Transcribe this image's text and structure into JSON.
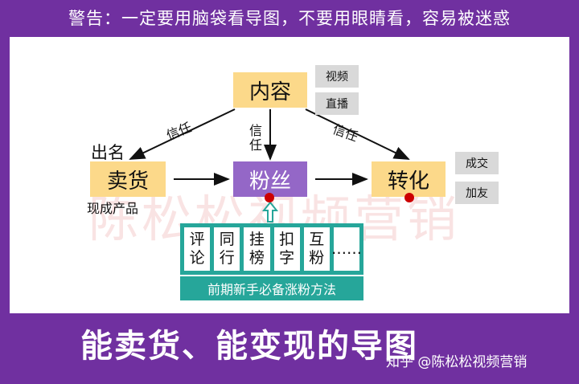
{
  "banner": {
    "warning": "警告：一定要用脑袋看导图，不要用眼睛看，容易被迷惑"
  },
  "nodes": {
    "content": "内容",
    "sell": "卖货",
    "fans": "粉丝",
    "convert": "转化"
  },
  "content_tags": [
    "视频",
    "直播"
  ],
  "convert_tags": [
    "成交",
    "加友"
  ],
  "labels": {
    "fame": "出名",
    "product": "现成产品",
    "trust_left": "信任",
    "trust_middle": "信任",
    "trust_right": "信任"
  },
  "methods": {
    "items": [
      "评论",
      "同行",
      "挂榜",
      "扣字",
      "互粉",
      "……"
    ],
    "caption": "前期新手必备涨粉方法"
  },
  "watermark": "陈松松视频营销",
  "bottom_title": "能卖货、能变现的导图",
  "credit": "知乎 @陈松松视频营销",
  "colors": {
    "background": "#7030a0",
    "node_fill": "#fcd98a",
    "fans_fill": "#9467c7",
    "method_fill": "#26a69a",
    "dot": "#cc0000"
  }
}
